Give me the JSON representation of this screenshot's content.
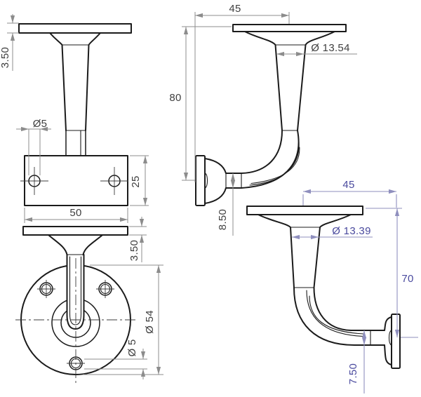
{
  "colors": {
    "background": "#ffffff",
    "geometry": "#1b1b1b",
    "centerline": "#3c3c3c",
    "dim_primary_line": "#8c8c8c",
    "dim_primary_text": "#3f3f3f",
    "dim_secondary_line": "#8f8fbe",
    "dim_secondary_text": "#4a4a9e"
  },
  "views": {
    "front_plate": {
      "plate_thickness": "3.50",
      "hole_diameter": "Ø5",
      "plate_height": "25",
      "plate_width": "50"
    },
    "front_rose": {
      "plate_thickness": "3.50",
      "rose_diameter": "Ø 54",
      "hole_diameter": "Ø 5"
    },
    "side_plate": {
      "projection_width": "45",
      "overall_height": "80",
      "stem_diameter": "Ø 13.54",
      "neck_diameter": "8.50"
    },
    "side_rose": {
      "projection_width": "45",
      "overall_height": "70",
      "stem_diameter": "Ø 13.39",
      "neck_diameter": "7.50"
    }
  }
}
